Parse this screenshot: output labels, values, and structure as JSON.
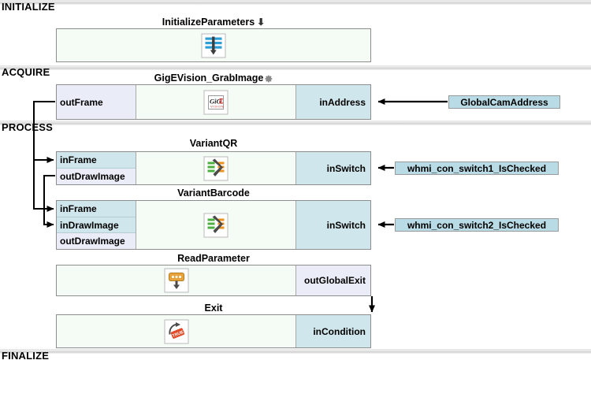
{
  "sections": [
    {
      "label": "INITIALIZE"
    },
    {
      "label": "ACQUIRE"
    },
    {
      "label": "PROCESS"
    },
    {
      "label": "FINALIZE"
    }
  ],
  "blocks": [
    {
      "id": "initialize-parameters",
      "title": "InitializeParameters",
      "title_suffix_icon": "down-arrow-icon",
      "icon": "initialize-parameters-icon",
      "inputs": [],
      "outputs": []
    },
    {
      "id": "gigevision-grabimage",
      "title": "GigEVision_GrabImage",
      "title_suffix_icon": "gear-icon",
      "icon": "gige-vision-icon",
      "outputs_left": [
        "outFrame"
      ],
      "inputs_right": [
        "inAddress"
      ]
    },
    {
      "id": "variant-qr",
      "title": "VariantQR",
      "icon": "variant-icon",
      "ports_left": [
        {
          "name": "inFrame",
          "kind": "in"
        },
        {
          "name": "outDrawImage",
          "kind": "out"
        }
      ],
      "inputs_right": [
        "inSwitch"
      ]
    },
    {
      "id": "variant-barcode",
      "title": "VariantBarcode",
      "icon": "variant-icon",
      "ports_left": [
        {
          "name": "inFrame",
          "kind": "in"
        },
        {
          "name": "inDrawImage",
          "kind": "in"
        },
        {
          "name": "outDrawImage",
          "kind": "out"
        }
      ],
      "inputs_right": [
        "inSwitch"
      ]
    },
    {
      "id": "read-parameter",
      "title": "ReadParameter",
      "icon": "read-parameter-icon",
      "ports_left": [],
      "outputs_right": [
        "outGlobalExit"
      ]
    },
    {
      "id": "exit",
      "title": "Exit",
      "icon": "exit-true-icon",
      "ports_left": [],
      "inputs_right": [
        "inCondition"
      ]
    }
  ],
  "global_variables": [
    {
      "id": "global-cam-address",
      "label": "GlobalCamAddress",
      "target": "inAddress"
    },
    {
      "id": "whmi-con-switch1",
      "label": "whmi_con_switch1_IsChecked",
      "target": "inSwitch"
    },
    {
      "id": "whmi-con-switch2",
      "label": "whmi_con_switch2_IsChecked",
      "target": "inSwitch"
    }
  ],
  "colors": {
    "input_port": "#cfe6ec",
    "output_port": "#eaedf8",
    "block_body": "#f5fbf5",
    "global_var": "#b9dbe6",
    "block_border": "#8d8d8d",
    "separator": "#d5d5d5"
  }
}
